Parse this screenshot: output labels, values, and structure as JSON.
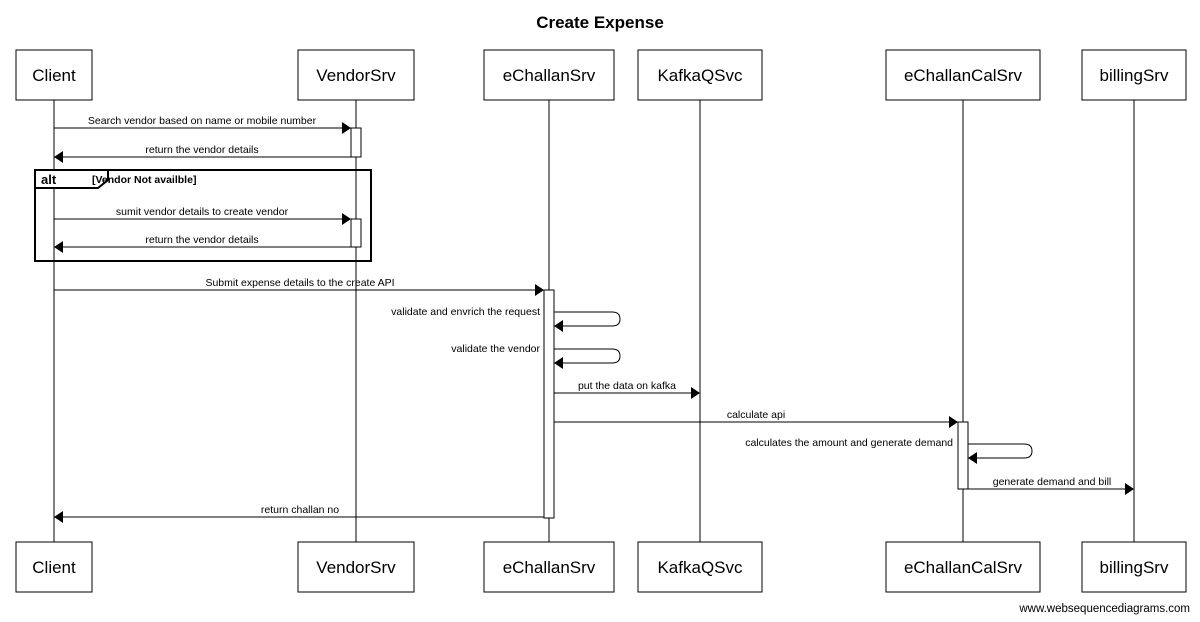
{
  "diagram": {
    "title": "Create Expense",
    "footer": "www.websequencediagrams.com",
    "participants": [
      {
        "id": "client",
        "name": "Client"
      },
      {
        "id": "vendor",
        "name": "VendorSrv"
      },
      {
        "id": "echallan",
        "name": "eChallanSrv"
      },
      {
        "id": "kafka",
        "name": "KafkaQSvc"
      },
      {
        "id": "cal",
        "name": "eChallanCalSrv"
      },
      {
        "id": "billing",
        "name": "billingSrv"
      }
    ],
    "alt": {
      "label": "alt",
      "condition": "[Vendor Not availble]"
    },
    "messages": [
      {
        "from": "client",
        "to": "vendor",
        "text": "Search vendor based on name or mobile number"
      },
      {
        "from": "vendor",
        "to": "client",
        "text": "return the vendor details"
      },
      {
        "from": "client",
        "to": "vendor",
        "text": "sumit vendor details to create vendor"
      },
      {
        "from": "vendor",
        "to": "client",
        "text": "return the vendor details"
      },
      {
        "from": "client",
        "to": "echallan",
        "text": "Submit expense details to the create API"
      },
      {
        "from": "echallan",
        "to": "echallan",
        "text": "validate and envrich the request"
      },
      {
        "from": "echallan",
        "to": "echallan",
        "text": "validate the vendor"
      },
      {
        "from": "echallan",
        "to": "kafka",
        "text": "put the data on kafka"
      },
      {
        "from": "echallan",
        "to": "cal",
        "text": "calculate api"
      },
      {
        "from": "cal",
        "to": "cal",
        "text": "calculates the amount and generate demand"
      },
      {
        "from": "cal",
        "to": "billing",
        "text": "generate demand and bill"
      },
      {
        "from": "echallan",
        "to": "client",
        "text": "return challan no"
      }
    ]
  }
}
